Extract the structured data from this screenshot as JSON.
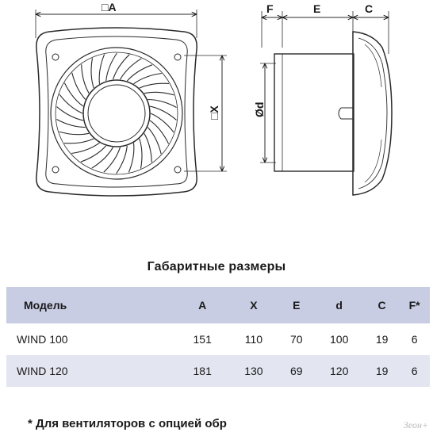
{
  "drawing": {
    "labels": {
      "width_A": "□A",
      "height_X": "□X",
      "depth_F": "F",
      "depth_E": "E",
      "depth_C": "C",
      "diameter_d": "Ød"
    }
  },
  "table": {
    "title": "Габаритные размеры",
    "headers": [
      "Модель",
      "A",
      "X",
      "E",
      "d",
      "C",
      "F*"
    ],
    "rows": [
      [
        "WIND 100",
        "151",
        "110",
        "70",
        "100",
        "19",
        "6"
      ],
      [
        "WIND 120",
        "181",
        "130",
        "69",
        "120",
        "19",
        "6"
      ]
    ]
  },
  "footnote": "* Для вентиляторов с опцией обр",
  "watermark": "Зеон+",
  "colors": {
    "header_bg": "#c9cde3",
    "alt_row_bg": "#e3e5f1",
    "line": "#2a2a2a"
  }
}
